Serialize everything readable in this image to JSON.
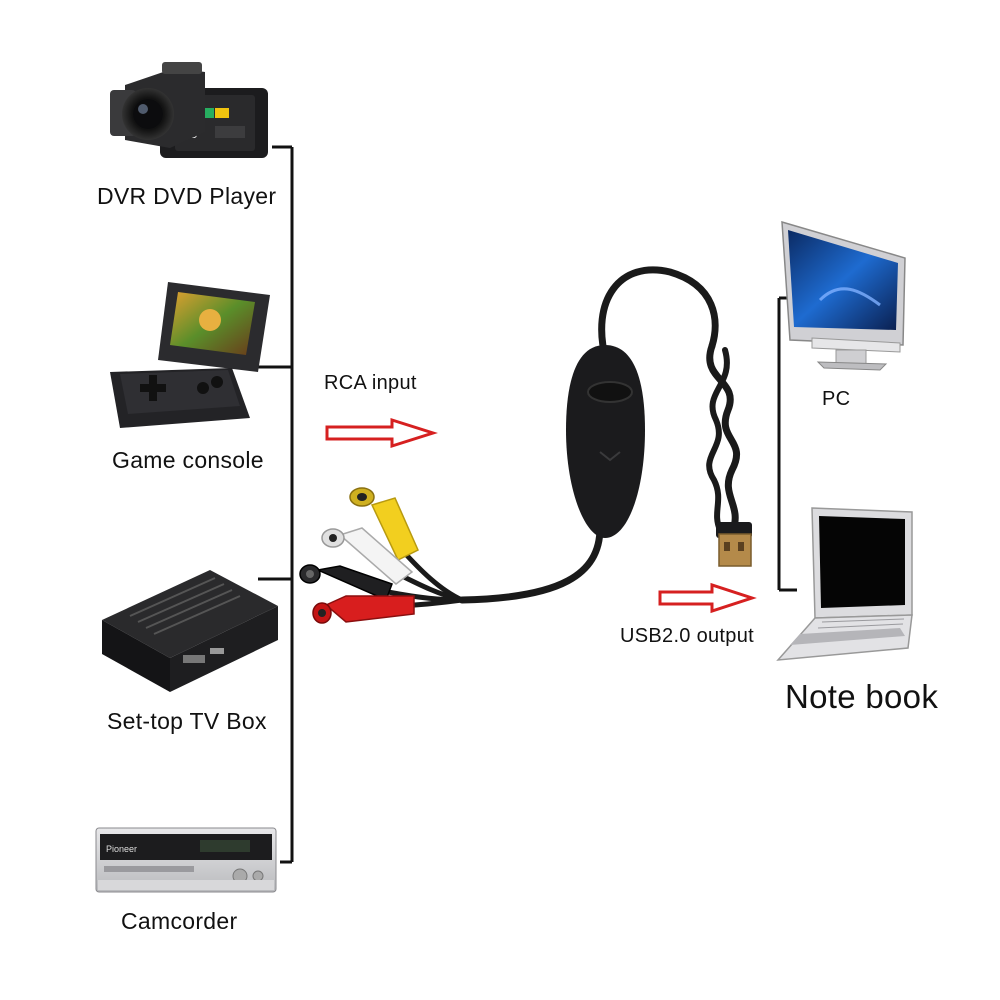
{
  "sources": [
    {
      "id": "camera",
      "label": "DVR DVD Player",
      "icon": "video-camera-icon"
    },
    {
      "id": "handheld",
      "label": "Game console",
      "icon": "handheld-game-console-icon"
    },
    {
      "id": "settop",
      "label": "Set-top TV Box",
      "icon": "set-top-box-icon"
    },
    {
      "id": "dvd",
      "label": "Camcorder",
      "icon": "dvd-player-icon"
    }
  ],
  "input_label": "RCA input",
  "output_label": "USB2.0 output",
  "targets": [
    {
      "id": "pc",
      "label": "PC",
      "icon": "desktop-monitor-icon"
    },
    {
      "id": "notebook",
      "label": "Note book",
      "icon": "laptop-icon"
    }
  ],
  "colors": {
    "arrow": "#d62020",
    "line": "#111111",
    "cable": "#1a1a1a",
    "rca_yellow": "#f2cf1f",
    "rca_white": "#f4f4f4",
    "rca_red": "#d81e1e"
  }
}
